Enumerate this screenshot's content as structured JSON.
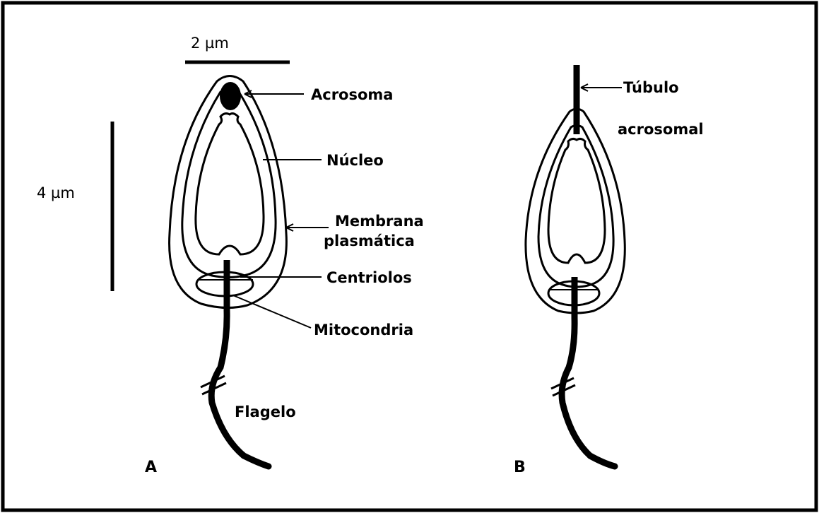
{
  "scale_bars": {
    "horizontal_label": "2 µm",
    "vertical_label": "4 µm"
  },
  "panel_a": {
    "label": "A",
    "parts": {
      "acrosome": "Acrosoma",
      "nucleus": "Núcleo",
      "membrane_line1": "Membrana",
      "membrane_line2": "plasmática",
      "centrioles": "Centriolos",
      "mitochondria": "Mitocondria",
      "flagellum": "Flagelo"
    }
  },
  "panel_b": {
    "label": "B",
    "parts": {
      "tubule_line1": "Túbulo",
      "tubule_line2": "acrosomal"
    }
  }
}
